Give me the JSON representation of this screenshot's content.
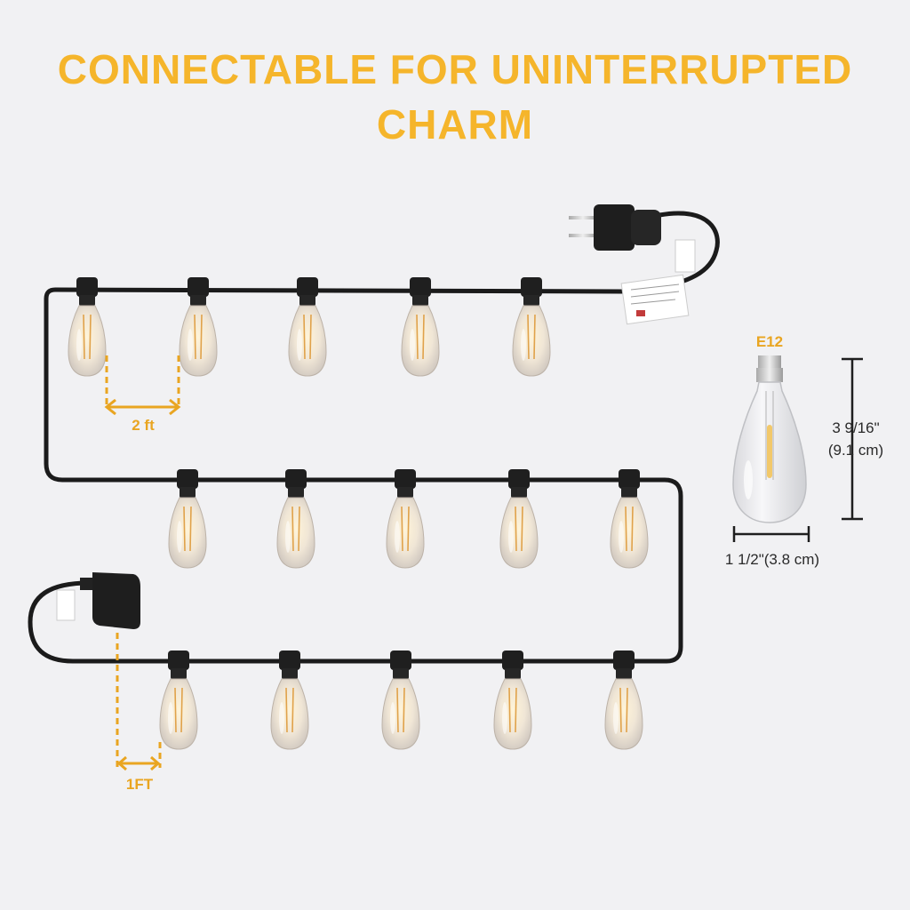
{
  "title": {
    "line1": "CONNECTABLE FOR UNINTERRUPTED",
    "line2": "CHARM"
  },
  "annotations": {
    "bulb_spacing": "2 ft",
    "lead_length": "1FT",
    "base_type": "E12",
    "bulb_height_in": "3 9/16\"",
    "bulb_height_cm": "(9.1 cm)",
    "bulb_width": "1 1/2\"(3.8 cm)"
  },
  "colors": {
    "accent": "#f5b52b",
    "annotation": "#e9a521",
    "cord": "#1b1b1b",
    "background": "#f1f1f3"
  },
  "icons": {
    "plug": "male-plug-icon",
    "socket": "female-connector-icon",
    "bulb": "st38-edison-bulb-icon",
    "tag": "ul-label-tag"
  },
  "bulb_rows": [
    5,
    5,
    5
  ]
}
